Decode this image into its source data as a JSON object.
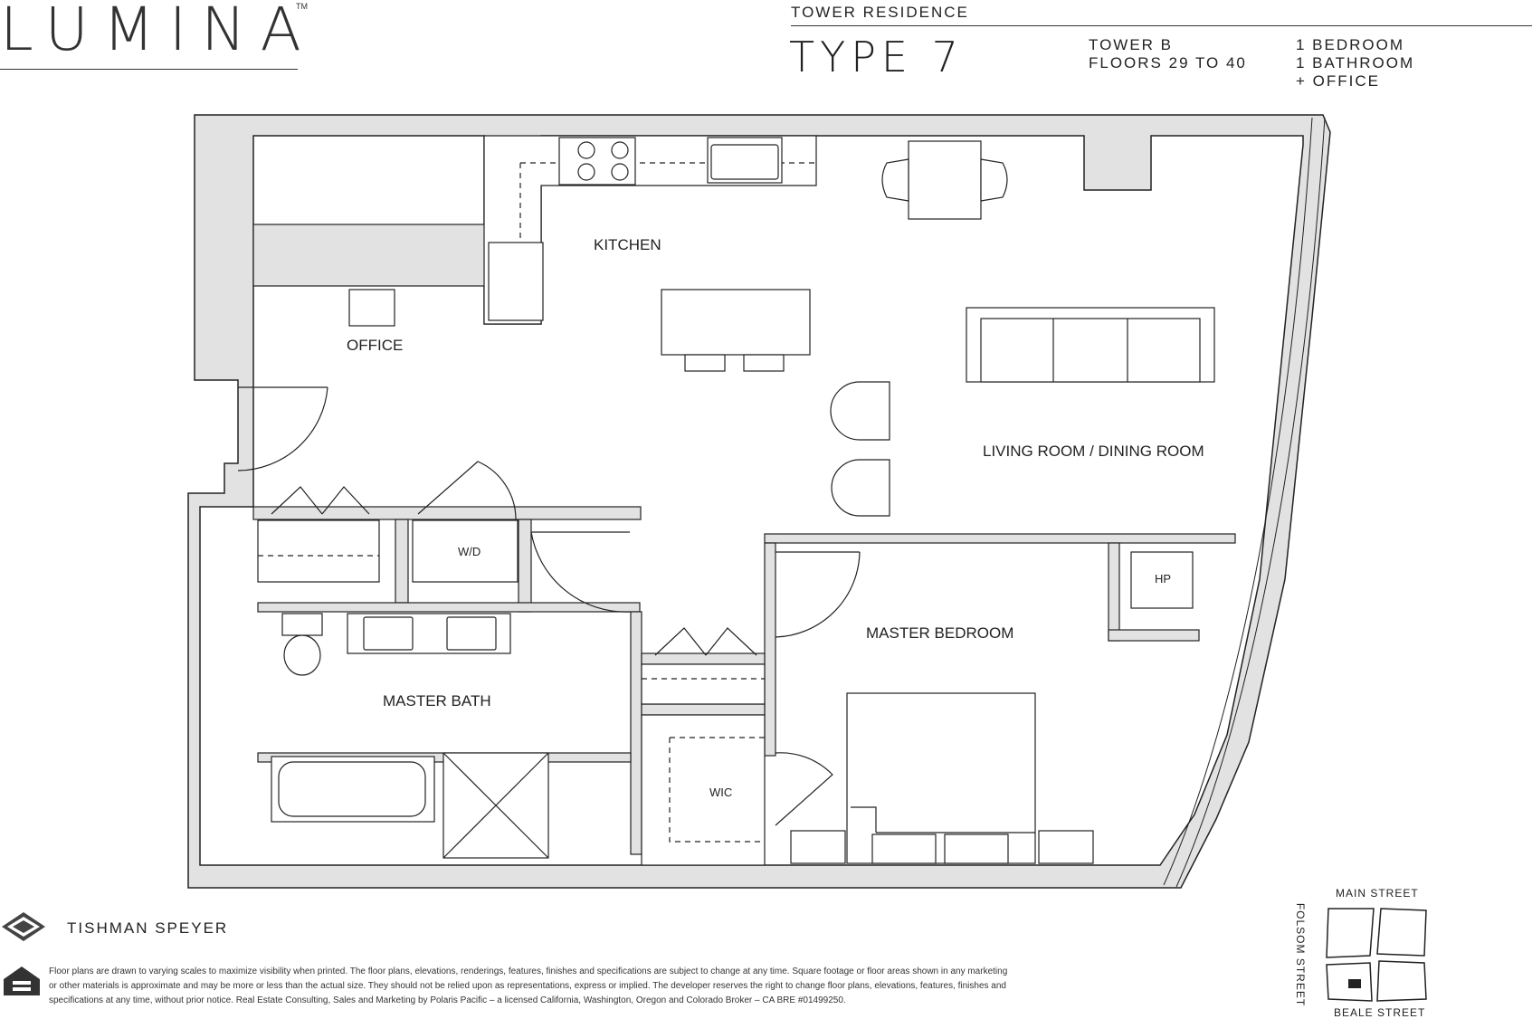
{
  "brand": {
    "name": "LUMINA",
    "trademark": "TM"
  },
  "header": {
    "residence": "TOWER RESIDENCE",
    "type": "TYPE 7",
    "tower": "TOWER  B",
    "floors": "FLOORS  29  TO  40",
    "bedrooms": "1 BEDROOM",
    "bathrooms": "1 BATHROOM",
    "extra": "+ OFFICE"
  },
  "rooms": {
    "kitchen": "KITCHEN",
    "office": "OFFICE",
    "living": "LIVING ROOM / DINING ROOM",
    "wd": "W/D",
    "hp": "HP",
    "master_bedroom": "MASTER BEDROOM",
    "master_bath": "MASTER BATH",
    "wic": "WIC"
  },
  "footer": {
    "developer": "TISHMAN SPEYER",
    "eho_text": "EQUAL HOUSING OPPORTUNITY",
    "disclaimer": "Floor plans are drawn to varying scales to maximize visibility when printed. The floor plans, elevations, renderings, features, finishes and specifications are subject to change at any time. Square footage or floor areas shown in any marketing or other materials is approximate and may be more or less than the actual size. They should not be relied upon as representations, express or implied. The developer reserves the right to change floor plans, elevations, features, finishes and specifications at any time, without prior notice. Real Estate Consulting, Sales and Marketing by Polaris Pacific – a licensed California, Washington, Oregon and Colorado Broker – CA BRE #01499250."
  },
  "site_map": {
    "north": "MAIN STREET",
    "south": "BEALE STREET",
    "west": "FOLSOM STREET"
  },
  "colors": {
    "wall_fill": "#e2e2e2",
    "line": "#222222"
  }
}
